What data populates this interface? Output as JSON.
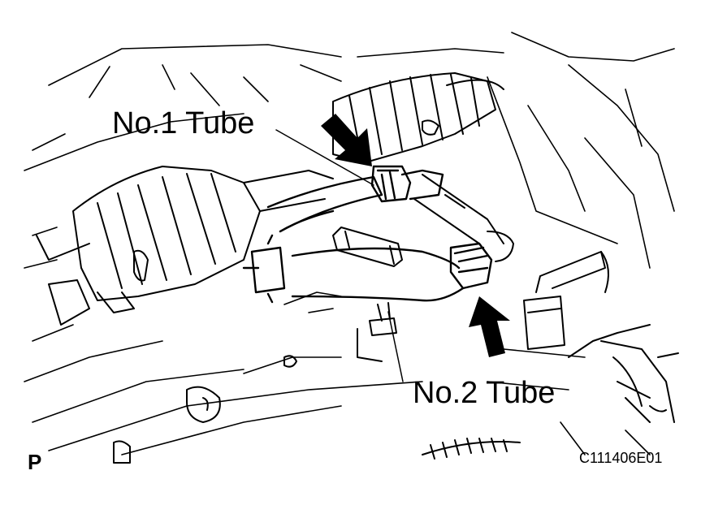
{
  "labels": {
    "tube1": "No.1 Tube",
    "tube2": "No.2 Tube",
    "view_marker": "P",
    "figure_code": "C111406E01"
  },
  "colors": {
    "line": "#000000",
    "background": "#ffffff"
  },
  "icons": {
    "arrow1": "arrow-down-right-icon",
    "arrow2": "arrow-up-icon"
  }
}
